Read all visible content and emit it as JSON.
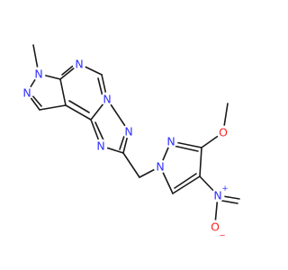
{
  "molecule": {
    "atoms": {
      "n_methyl_pyrazole": "N",
      "n_pyrazole_2": "N",
      "n_pyrimidine_top": "N",
      "n_fused_triazole": "N",
      "n_triazole_right": "N",
      "n_triazole_lower": "N",
      "n_pyrazole2_1": "N",
      "n_pyrazole2_2": "N",
      "o_methoxy": "O",
      "n_nitro": "N",
      "nitro_charge_plus": "+",
      "o_nitro_terminal": "O",
      "nitro_charge_minus": "−"
    },
    "colors": {
      "nitrogen": "#3030ff",
      "oxygen": "#ff1f1f",
      "carbon_bond": "#1a1a1a",
      "background": "#ffffff"
    }
  }
}
